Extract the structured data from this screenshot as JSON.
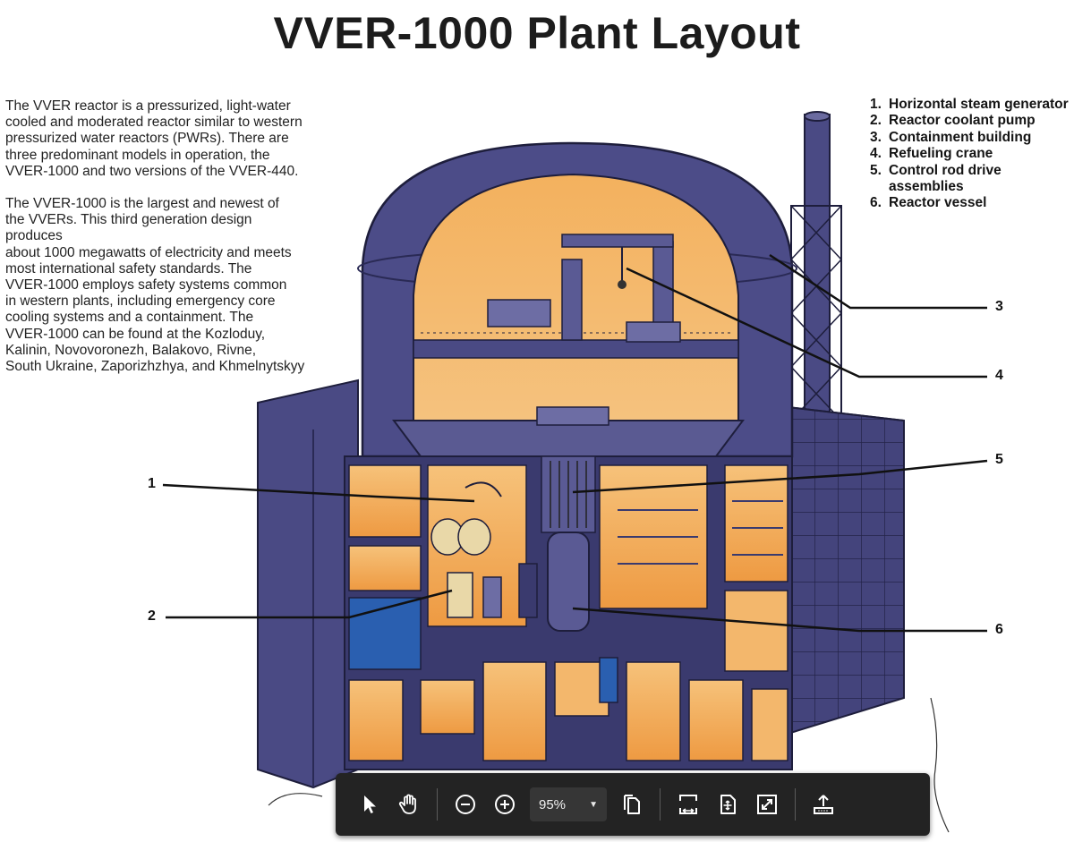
{
  "page": {
    "title": "VVER-1000 Plant Layout"
  },
  "intro": {
    "paragraph1": "The VVER reactor is a pressurized, light-water\ncooled and moderated reactor similar to western\npressurized water reactors (PWRs). There are\nthree predominant models in operation, the\nVVER-1000 and two versions of the VVER-440.",
    "paragraph2": "The VVER-1000 is the largest and newest of\nthe VVERs. This third generation design\nproduces\nabout 1000 megawatts of electricity and meets\nmost international safety standards. The\nVVER-1000 employs safety systems common\nin western plants, including emergency core\ncooling systems and a containment. The\nVVER-1000 can be found at the Kozloduy,\nKalinin, Novovoronezh, Balakovo, Rivne,\nSouth Ukraine, Zaporizhzhya, and Khmelnytskyy"
  },
  "legend": {
    "items": [
      {
        "num": "1.",
        "label": "Horizontal steam generator"
      },
      {
        "num": "2.",
        "label": "Reactor coolant pump"
      },
      {
        "num": "3.",
        "label": "Containment building"
      },
      {
        "num": "4.",
        "label": "Refueling crane"
      },
      {
        "num": "5.",
        "label": "Control rod drive assemblies"
      },
      {
        "num": "6.",
        "label": "Reactor vessel"
      }
    ]
  },
  "callouts": {
    "c1": "1",
    "c2": "2",
    "c3": "3",
    "c4": "4",
    "c5": "5",
    "c6": "6"
  },
  "toolbar": {
    "zoom_value": "95%",
    "icons": [
      "select-cursor-icon",
      "hand-pan-icon",
      "zoom-out-icon",
      "zoom-in-icon",
      "zoom-dropdown-icon",
      "page-copy-icon",
      "fit-width-icon",
      "fit-page-icon",
      "fullscreen-icon",
      "export-upload-icon"
    ]
  },
  "colors": {
    "structure": "#4a4a84",
    "structure_dark": "#2e2e5a",
    "interior": "#f0a14a",
    "interior_light": "#f7c178",
    "blue_equipment": "#2a5fb0",
    "toolbar_bg": "#232323"
  }
}
